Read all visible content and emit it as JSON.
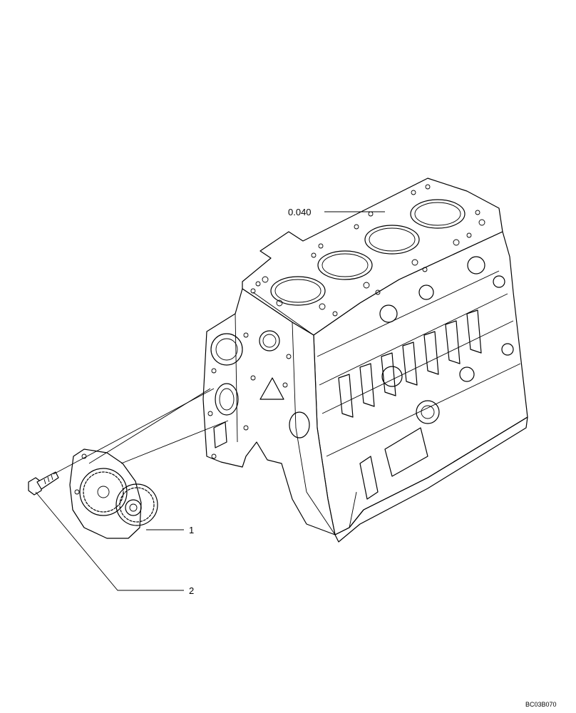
{
  "callouts": {
    "engine_block": "0.040",
    "oil_pump": "1",
    "screw": "2"
  },
  "figure_ref": "BC03B070"
}
